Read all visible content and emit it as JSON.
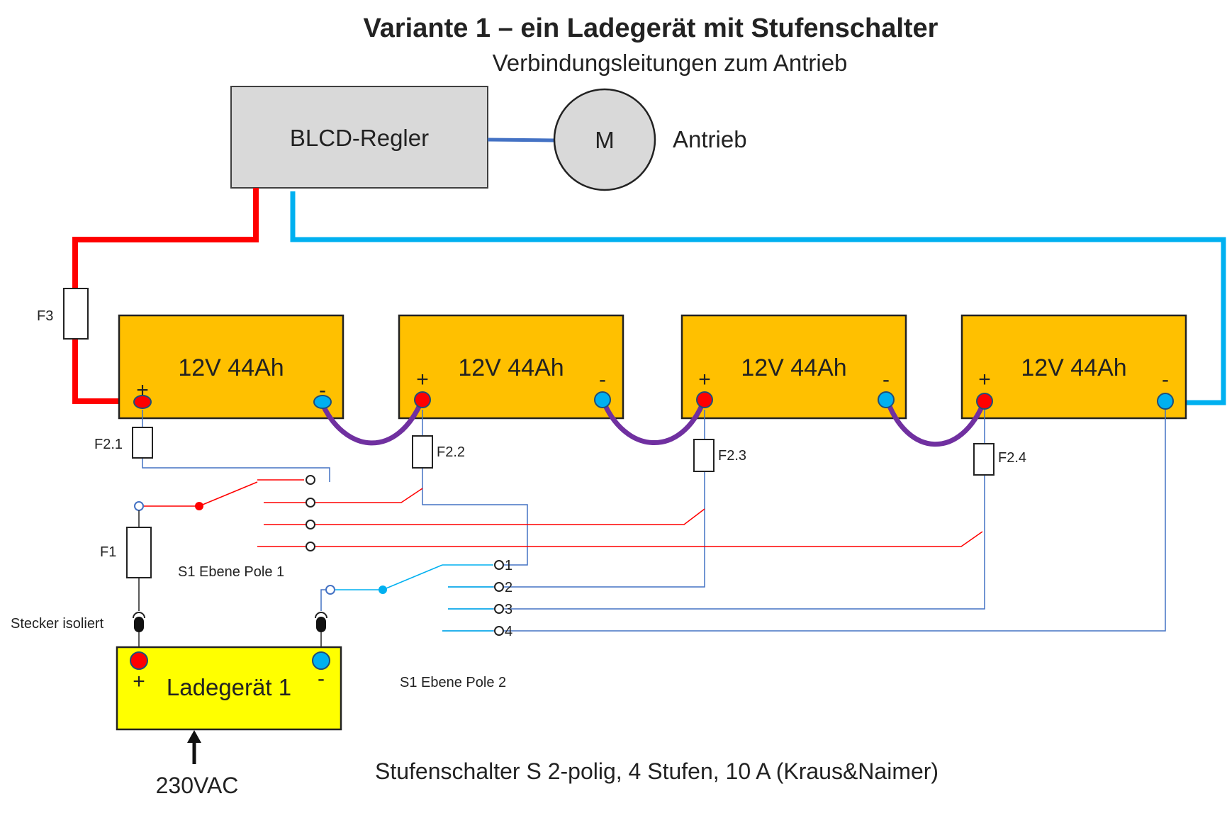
{
  "title": "Variante 1 – ein Ladegerät mit Stufenschalter",
  "subtitle": "Verbindungsleitungen zum Antrieb",
  "controller": {
    "label": "BLCD-Regler"
  },
  "motor": {
    "symbol": "M",
    "label": "Antrieb"
  },
  "batteries": [
    {
      "label": "12V 44Ah",
      "plus": "+",
      "minus": "-"
    },
    {
      "label": "12V 44Ah",
      "plus": "+",
      "minus": "-"
    },
    {
      "label": "12V 44Ah",
      "plus": "+",
      "minus": "-"
    },
    {
      "label": "12V 44Ah",
      "plus": "+",
      "minus": "-"
    }
  ],
  "fuses": {
    "f3": "F3",
    "f21": "F2.1",
    "f22": "F2.2",
    "f23": "F2.3",
    "f24": "F2.4",
    "f1": "F1"
  },
  "switch": {
    "level1": "S1 Ebene Pole 1",
    "level2": "S1 Ebene Pole 2",
    "positions": [
      "1",
      "2",
      "3",
      "4"
    ]
  },
  "plug_label": "Stecker isoliert",
  "charger": {
    "label": "Ladegerät 1",
    "plus": "+",
    "minus": "-"
  },
  "input_label": "230VAC",
  "footer": "Stufenschalter S 2-polig, 4 Stufen, 10 A (Kraus&Naimer)",
  "colors": {
    "positive": "#ff0000",
    "negative": "#00b0f0",
    "link": "#7030a0",
    "battery": "#ffc000",
    "charger": "#ffff00",
    "controller": "#d9d9d9",
    "motor_wire": "#4472c4"
  }
}
